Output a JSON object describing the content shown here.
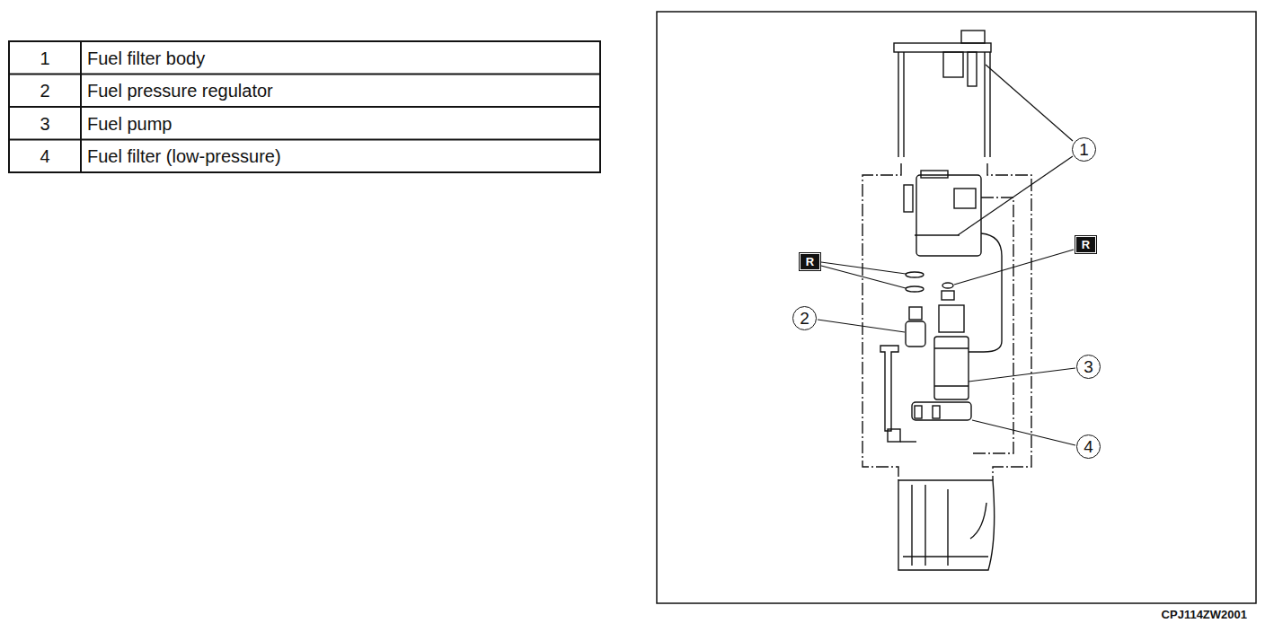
{
  "diagram": {
    "labels": [
      "1",
      "Fuel filter body",
      "2",
      "Fuel pressure regulator",
      "3",
      "Fuel pump",
      "4",
      "Fuel filter (low-pressure)",
      "1",
      "2",
      "3",
      "4",
      "R",
      "R",
      "CPJ114ZW2001"
    ]
  }
}
